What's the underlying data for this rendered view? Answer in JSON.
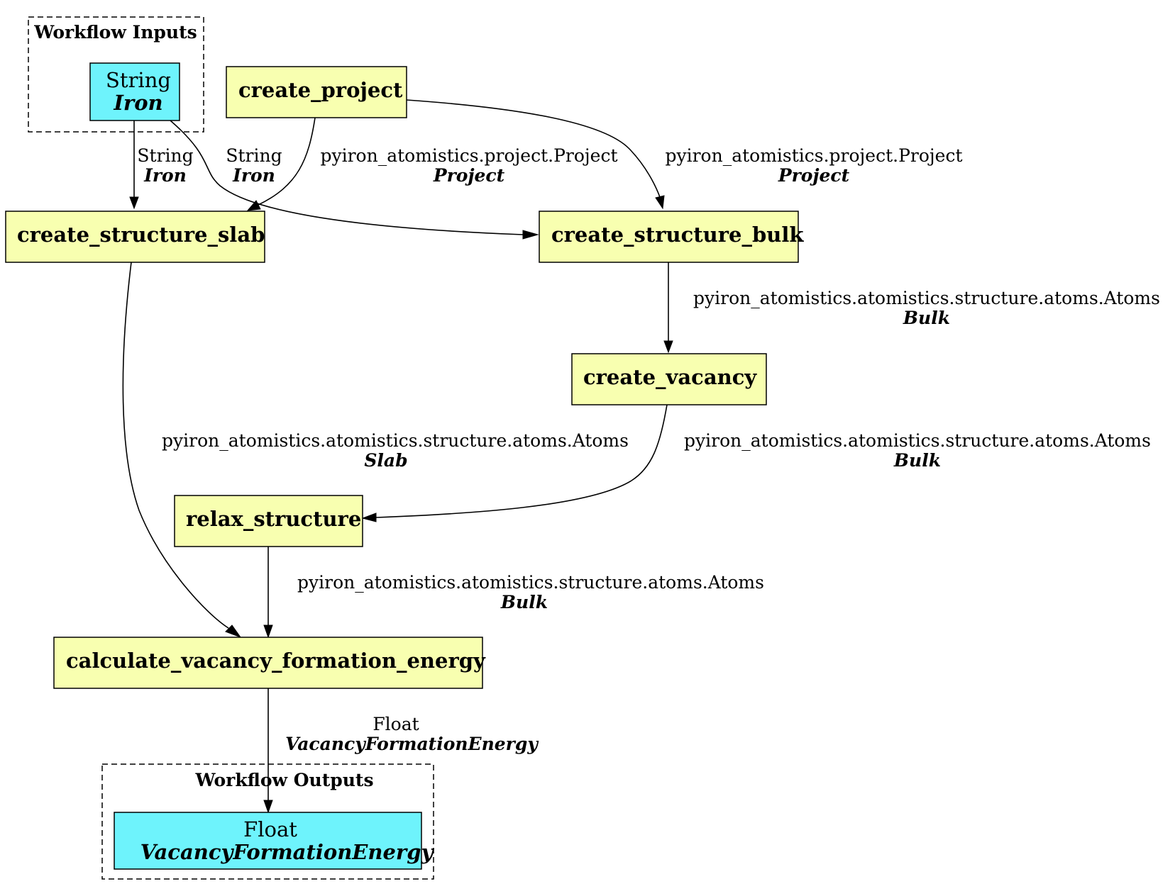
{
  "colors": {
    "task_fill": "#f8ffb0",
    "io_fill": "#6ef3fc",
    "stroke": "#000000",
    "background": "#ffffff"
  },
  "clusters": {
    "inputs": {
      "title": "Workflow Inputs"
    },
    "outputs": {
      "title": "Workflow Outputs"
    }
  },
  "input_node": {
    "type": "String",
    "name": "Iron"
  },
  "output_node": {
    "type": "Float",
    "name": "VacancyFormationEnergy"
  },
  "nodes": {
    "create_project": "create_project",
    "create_structure_slab": "create_structure_slab",
    "create_structure_bulk": "create_structure_bulk",
    "create_vacancy": "create_vacancy",
    "relax_structure": "relax_structure",
    "calculate_vacancy_formation_energy": "calculate_vacancy_formation_energy"
  },
  "edges": {
    "input_to_slab": {
      "type": "String",
      "name": "Iron"
    },
    "input_to_bulk": {
      "type": "String",
      "name": "Iron"
    },
    "project_to_slab": {
      "type": "pyiron_atomistics.project.Project",
      "name": "Project"
    },
    "project_to_bulk": {
      "type": "pyiron_atomistics.project.Project",
      "name": "Project"
    },
    "bulk_to_vacancy": {
      "type": "pyiron_atomistics.atomistics.structure.atoms.Atoms",
      "name": "Bulk"
    },
    "slab_to_calc": {
      "type": "pyiron_atomistics.atomistics.structure.atoms.Atoms",
      "name": "Slab"
    },
    "vacancy_to_relax": {
      "type": "pyiron_atomistics.atomistics.structure.atoms.Atoms",
      "name": "Bulk"
    },
    "relax_to_calc": {
      "type": "pyiron_atomistics.atomistics.structure.atoms.Atoms",
      "name": "Bulk"
    },
    "calc_to_output": {
      "type": "Float",
      "name": "VacancyFormationEnergy"
    }
  }
}
